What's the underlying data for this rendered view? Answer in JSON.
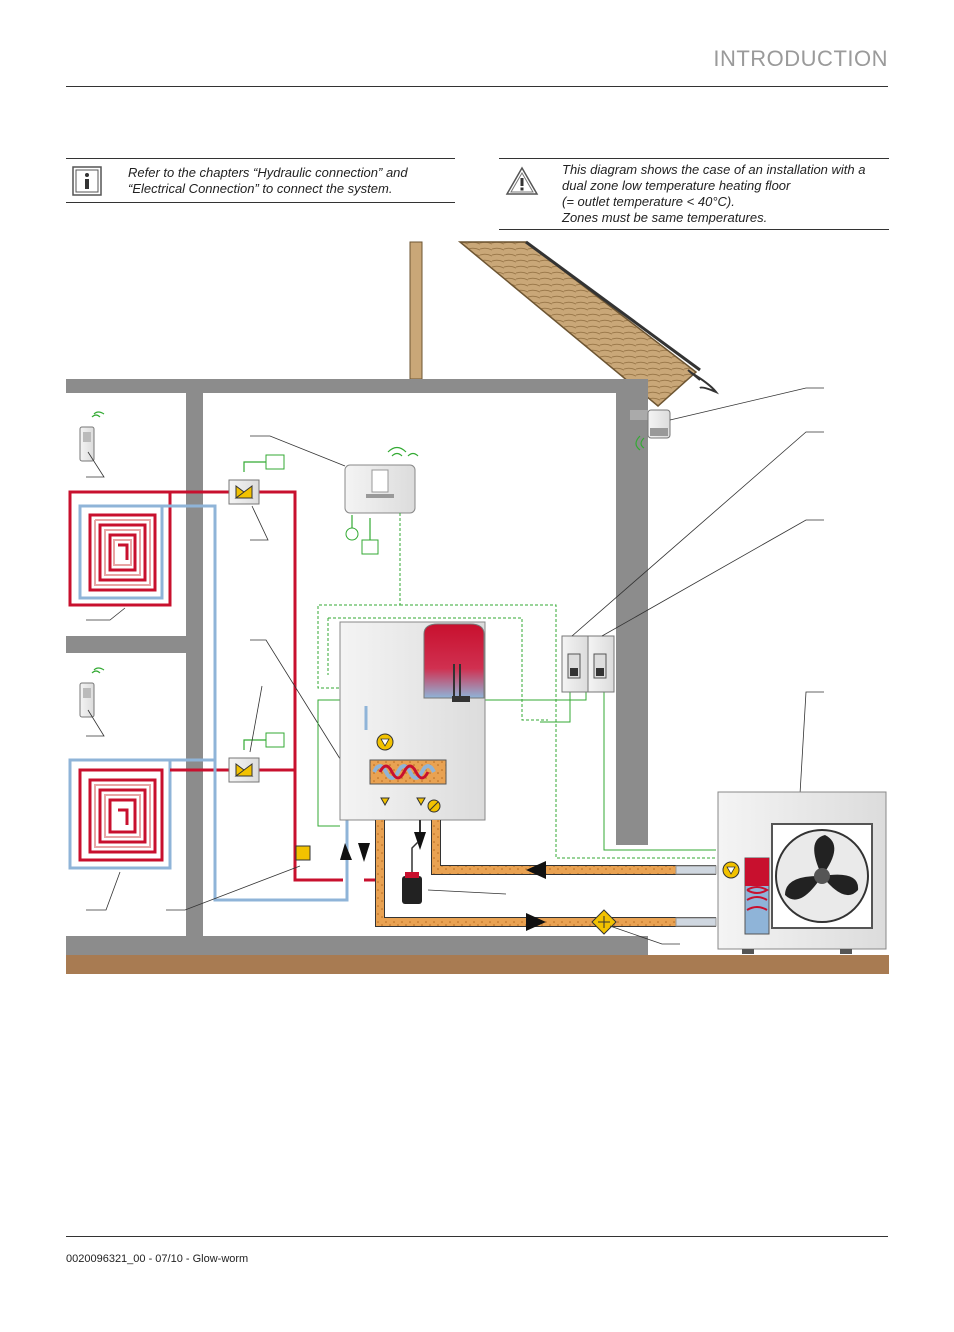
{
  "header": {
    "title": "INTRODUCTION"
  },
  "notes": {
    "info": {
      "icon": "info-icon",
      "lines": [
        "Refer to the chapters “Hydraulic connection” and",
        "“Electrical Connection” to connect the system."
      ]
    },
    "warning": {
      "icon": "warning-icon",
      "lines": [
        "This diagram shows the case of an installation with a",
        "dual zone low temperature heating floor",
        "(= outlet temperature < 40°C).",
        "Zones must be same temperatures."
      ]
    }
  },
  "footer": {
    "text": "0020096321_00 - 07/10 - Glow-worm"
  },
  "colors": {
    "hot": "#c8102e",
    "cold": "#8fb4d8",
    "insulated": "#d9863a",
    "wall": "#8c8c8c",
    "ground": "#a87b52",
    "wiring": "#33aa33"
  }
}
